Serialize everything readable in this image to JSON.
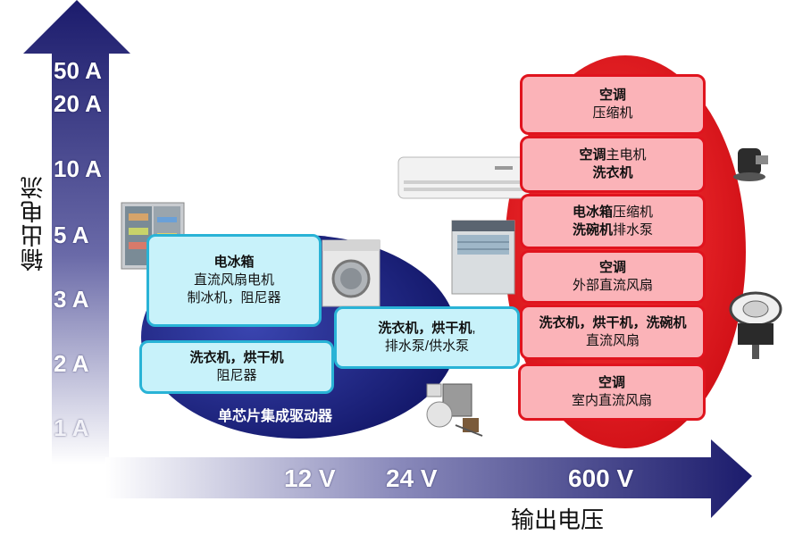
{
  "axes": {
    "y_label": "输出电流",
    "x_label": "输出电压",
    "y_ticks": [
      "50 A",
      "20 A",
      "10 A",
      "5 A",
      "3 A",
      "2 A",
      "1 A"
    ],
    "x_ticks": [
      "12 V",
      "24 V",
      "600 V"
    ]
  },
  "blue_group": {
    "label": "单芯片集成驱动器",
    "boxes": [
      {
        "line1": "电冰箱",
        "line2": "直流风扇电机",
        "line3": "制冰机，阻尼器"
      },
      {
        "line1": "洗衣机，烘干机",
        "line2": "阻尼器"
      },
      {
        "line1": "洗衣机，烘干机",
        "line1_suffix": ",",
        "line2": "排水泵/供水泵"
      }
    ]
  },
  "red_group": {
    "boxes": [
      {
        "bold": "空调",
        "normal": "",
        "line2": "压缩机"
      },
      {
        "bold": "空调",
        "normal": "主电机",
        "line2": "洗衣机",
        "line2_bold": true
      },
      {
        "bold": "电冰箱",
        "normal": "压缩机",
        "line2_bold_part": "洗碗机",
        "line2_normal_part": "排水泵"
      },
      {
        "bold": "空调",
        "normal": "",
        "line2": "外部直流风扇"
      },
      {
        "bold": "洗衣机，烘干机，洗碗机",
        "normal": "",
        "line2": "直流风扇"
      },
      {
        "bold": "空调",
        "normal": "",
        "line2": "室内直流风扇"
      }
    ]
  },
  "colors": {
    "axis_dark": "#1a1a6e",
    "blue_ellipse": "#1a1f7a",
    "red_ellipse": "#e8141c",
    "cyan_box": "#c8f2fa",
    "red_box": "#fbb3b8"
  },
  "icons": [
    "refrigerator-image",
    "washing-machine-image",
    "air-conditioner-image",
    "dishwasher-image",
    "pump-image",
    "compressor-image",
    "blower-fan-image"
  ]
}
